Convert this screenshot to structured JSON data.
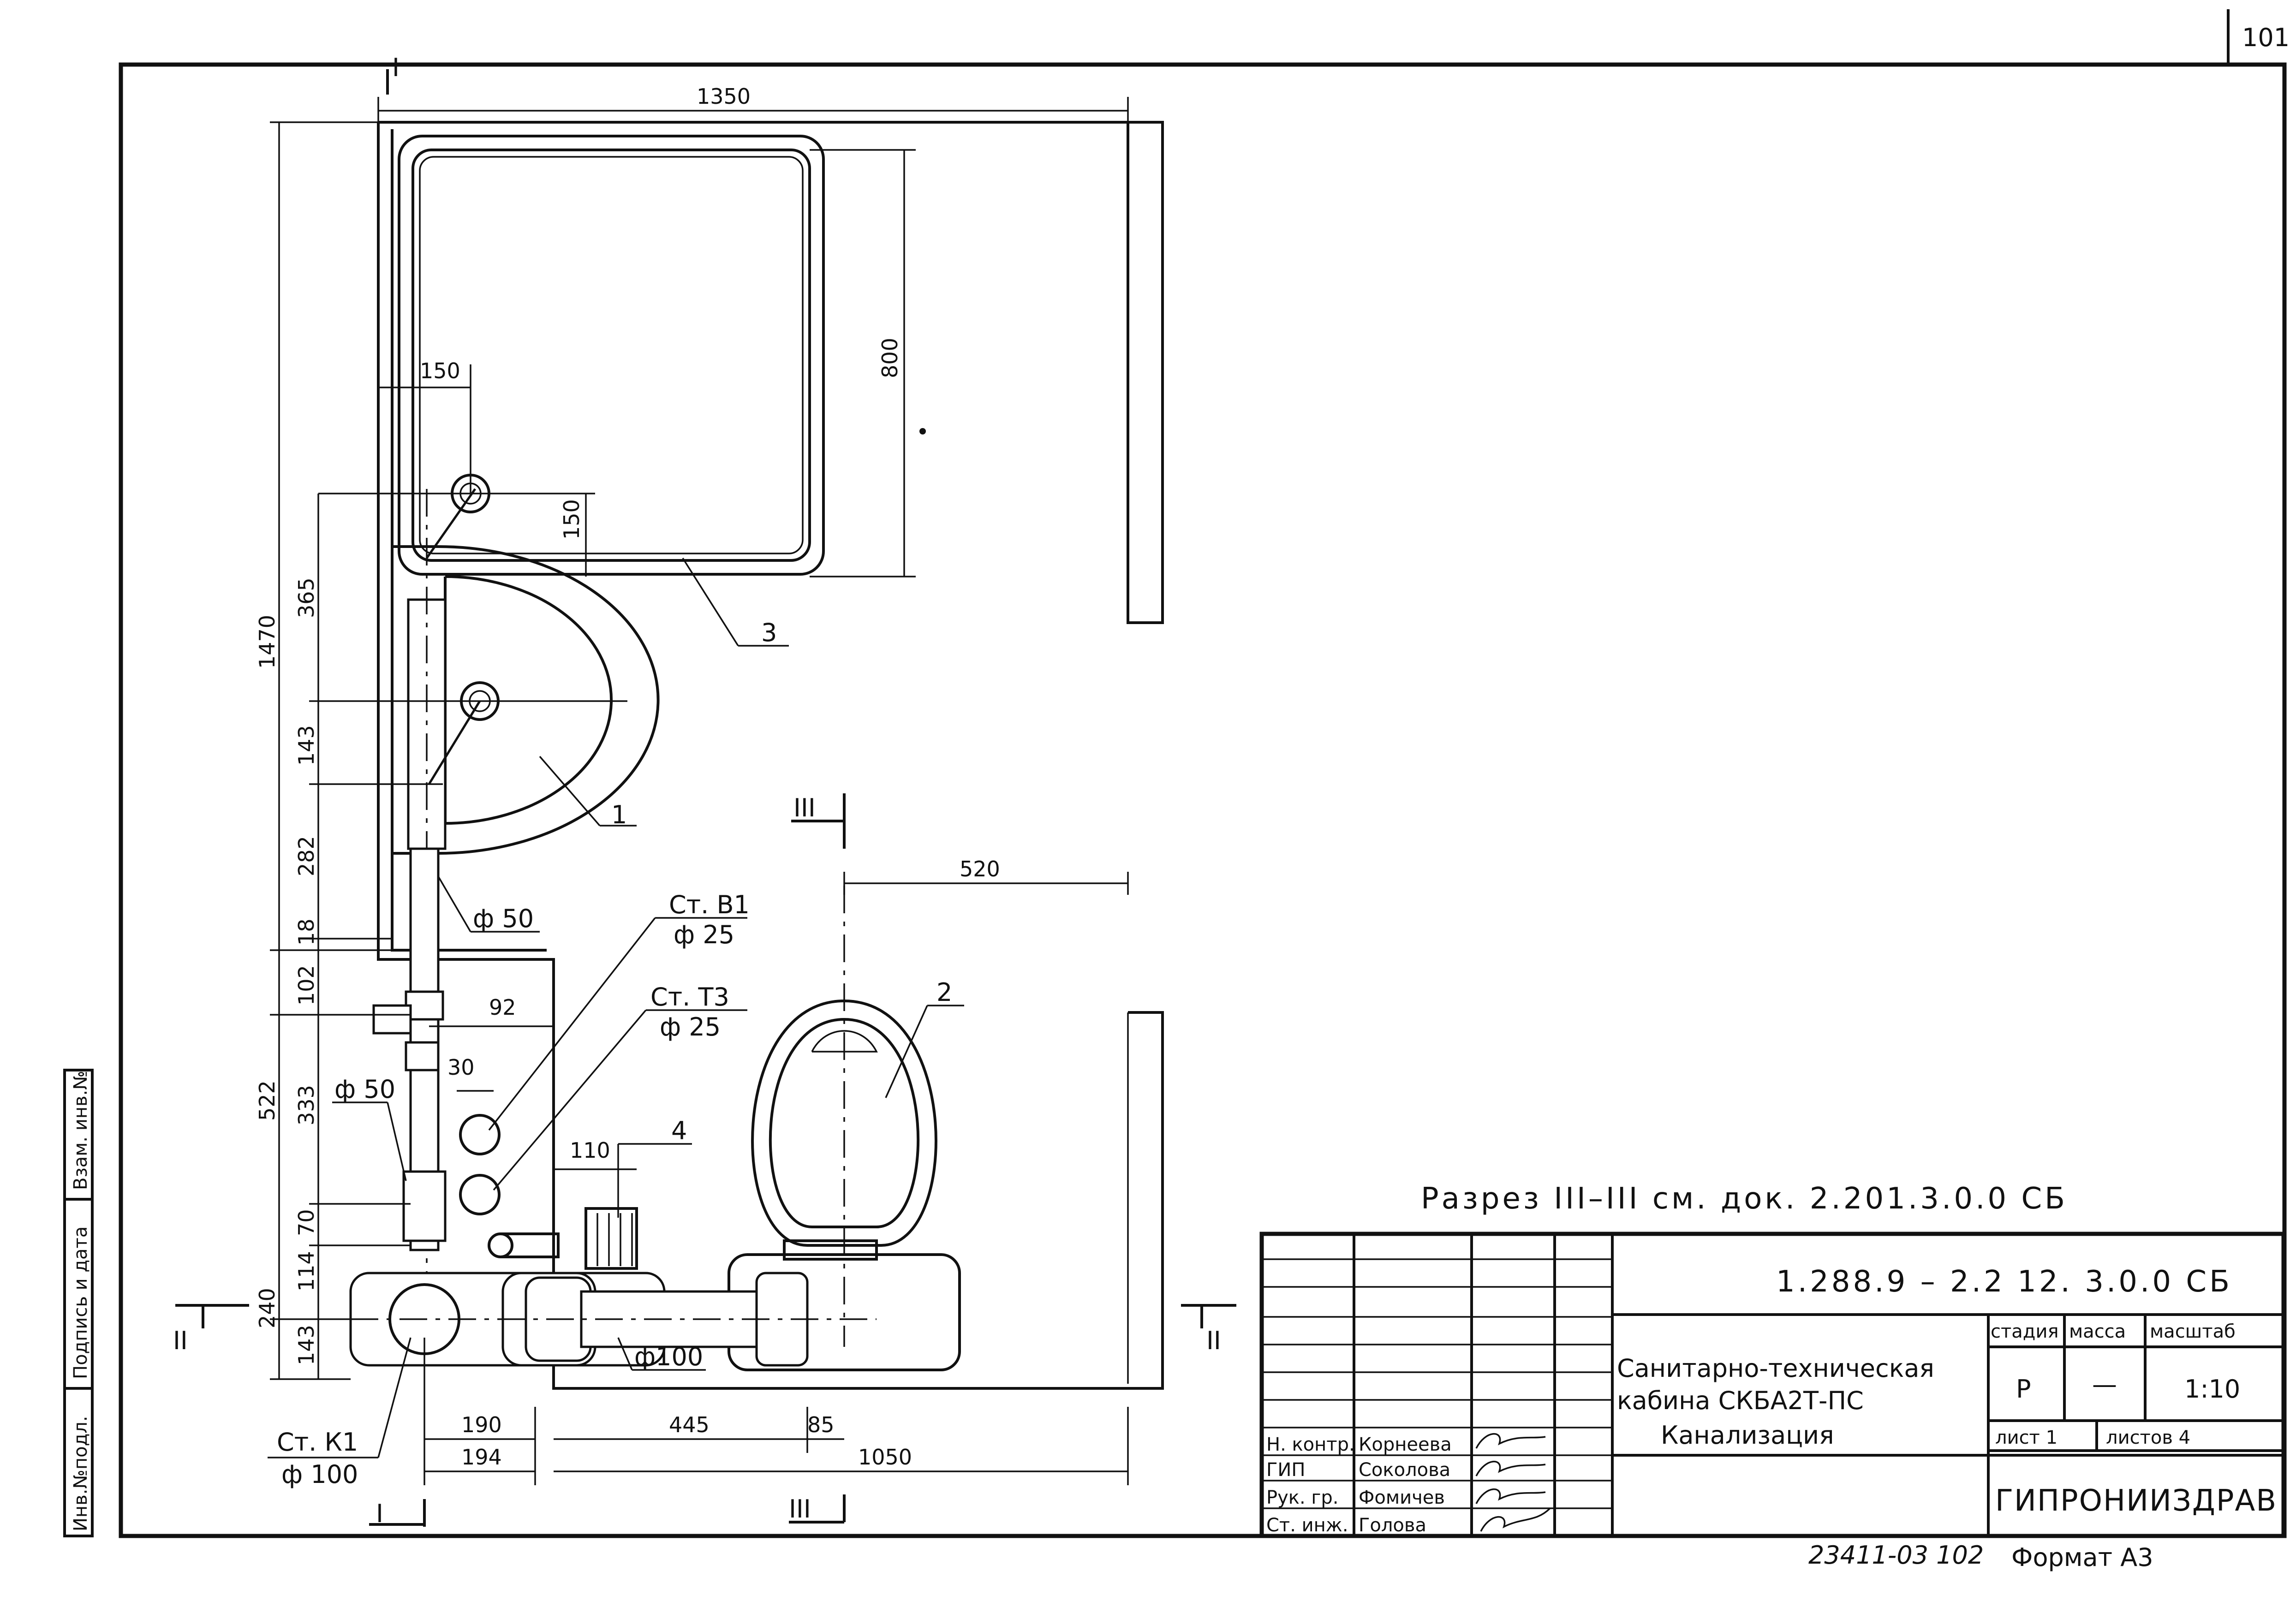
{
  "sheet": {
    "page_number": "101"
  },
  "dimensions": {
    "d1350": "1350",
    "d1470": "1470",
    "d800": "800",
    "d150a": "150",
    "d150b": "150",
    "d365": "365",
    "d143a": "143",
    "d282": "282",
    "d18": "18",
    "d102": "102",
    "d522": "522",
    "d333": "333",
    "d70": "70",
    "d114": "114",
    "d240": "240",
    "d143b": "143",
    "d520": "520",
    "d92": "92",
    "d30": "30",
    "d110": "110",
    "d190": "190",
    "d194": "194",
    "d445": "445",
    "d85": "85",
    "d1050": "1050"
  },
  "labels": {
    "item1": "1",
    "item2": "2",
    "item3": "3",
    "item4": "4",
    "pipe_d50_upper": "ф 50",
    "pipe_d50_lower": "ф 50",
    "pipe_d100": "ф100",
    "riser_b1": "Ст. В1",
    "riser_b1_d": "ф 25",
    "riser_t3": "Ст. Т3",
    "riser_t3_d": "ф 25",
    "riser_k1": "Ст. К1",
    "riser_k1_d": "ф 100",
    "section_I_top": "I",
    "section_I_bottom": "I",
    "section_II_left": "II",
    "section_II_right": "II",
    "section_III_top": "III",
    "section_III_bottom": "III"
  },
  "section_note": "Разрез  III–III  см.  док.  2.201.3.0.0  СБ",
  "title_block": {
    "doc_code": "1.288.9 – 2.2  12.  3.0.0 СБ",
    "title_line1": "Санитарно-техническая",
    "title_line2": "кабина  СКБА2Т-ПС",
    "title_line3": "Канализация",
    "stage_header": "стадия",
    "mass_header": "масса",
    "scale_header": "масштаб",
    "stage_value": "Р",
    "mass_value": "—",
    "scale_value": "1:10",
    "sheet_label": "лист 1",
    "sheets_label": "листов 4",
    "organization": "ГИПРОНИИЗДРАВ",
    "roles": [
      {
        "role": "Н. контр.",
        "name": "Корнеева"
      },
      {
        "role": "ГИП",
        "name": "Соколова"
      },
      {
        "role": "Рук. гр.",
        "name": "Фомичев"
      },
      {
        "role": "Ст. инж.",
        "name": "Голова"
      }
    ]
  },
  "side_stamp": {
    "inv_orig": "Инв.№подл.",
    "sign_date": "Подпись и дата",
    "replace_inv": "Взам. инв.№"
  },
  "footer": {
    "archive_number": "23411-03  102",
    "format": "Формат А3"
  }
}
